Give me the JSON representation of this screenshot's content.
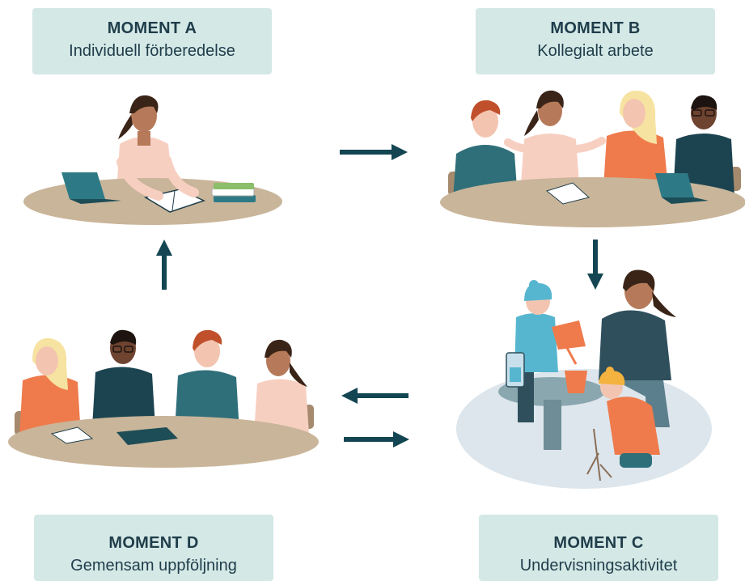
{
  "moments": {
    "a": {
      "title": "MOMENT A",
      "subtitle": "Individuell förberedelse"
    },
    "b": {
      "title": "MOMENT B",
      "subtitle": "Kollegialt arbete"
    },
    "c": {
      "title": "MOMENT C",
      "subtitle": "Undervisningsaktivitet"
    },
    "d": {
      "title": "MOMENT D",
      "subtitle": "Gemensam uppföljning"
    }
  },
  "colors": {
    "label_bg": "#d4e8e6",
    "text": "#1f3d4a",
    "arrow": "#134652",
    "table": "#c9b59a"
  },
  "icons": [
    "arrow-right-icon",
    "arrow-down-icon",
    "arrow-up-icon",
    "arrow-left-icon"
  ]
}
